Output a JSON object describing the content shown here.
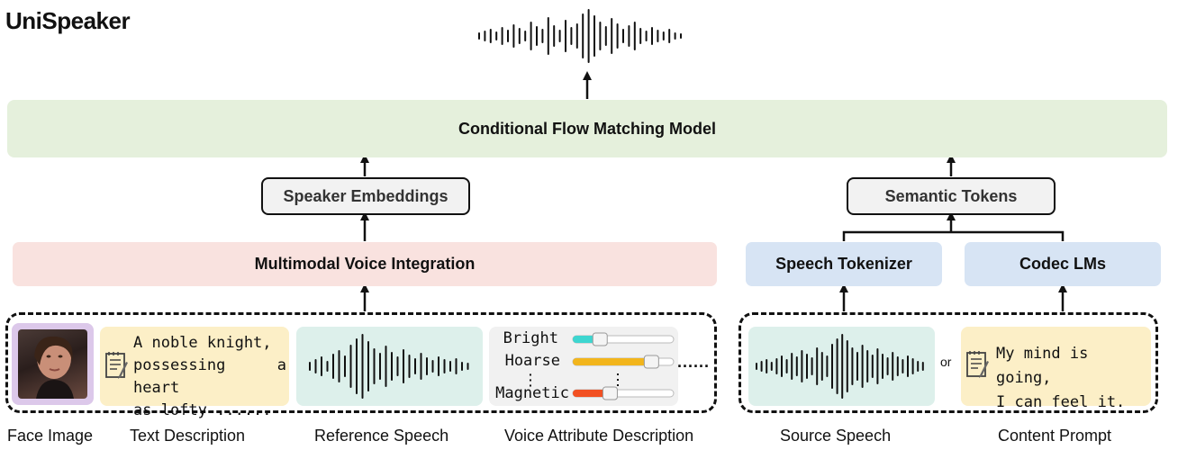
{
  "title": "UniSpeaker",
  "blocks": {
    "cfm": "Conditional Flow Matching Model",
    "speaker_embeddings": "Speaker Embeddings",
    "semantic_tokens": "Semantic Tokens",
    "multimodal_voice_integration": "Multimodal Voice Integration",
    "speech_tokenizer": "Speech Tokenizer",
    "codec_lms": "Codec LMs"
  },
  "text_description": {
    "lines": [
      "A noble knight,",
      "possessing a heart",
      "as lofty ......"
    ]
  },
  "voice_attributes": [
    {
      "label": "Bright",
      "color": "#3dd6d0",
      "level": 0.27
    },
    {
      "label": "Hoarse",
      "color": "#f2b51c",
      "level": 0.78
    },
    {
      "label": "Magnetic",
      "color": "#f25022",
      "level": 0.37
    }
  ],
  "continuation": "......",
  "or_label": "or",
  "content_prompt": {
    "lines": [
      "My mind is going,",
      "I can feel it."
    ]
  },
  "captions": {
    "face_image": "Face Image",
    "text_description": "Text Description",
    "reference_speech": "Reference Speech",
    "voice_attribute_description": "Voice Attribute Description",
    "source_speech": "Source Speech",
    "content_prompt": "Content Prompt"
  },
  "icons": [
    "waveform-icon",
    "notepad-icon",
    "arrow-up-icon",
    "face-photo"
  ],
  "colors": {
    "cfm": "#e5f0dc",
    "mvi": "#f9e2df",
    "tokenizer": "#d7e4f4",
    "yellow_card": "#fcefc7",
    "speech_card": "#ddf0eb"
  }
}
